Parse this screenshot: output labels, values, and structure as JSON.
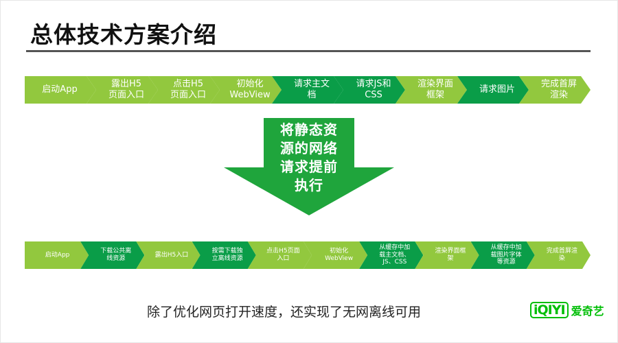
{
  "title": "总体技术方案介绍",
  "colors": {
    "light_green": "#92c83e",
    "dark_green": "#0a9d48",
    "arrow_green": "#1fa53c",
    "brand": "#00be06"
  },
  "flow_before": [
    {
      "label": "启动App",
      "tone": "light"
    },
    {
      "label": "露出H5\n页面入口",
      "tone": "light"
    },
    {
      "label": "点击H5\n页面入口",
      "tone": "light"
    },
    {
      "label": "初始化\nWebView",
      "tone": "light"
    },
    {
      "label": "请求主文\n档",
      "tone": "dark"
    },
    {
      "label": "请求JS和\nCSS",
      "tone": "dark"
    },
    {
      "label": "渲染界面\n框架",
      "tone": "light"
    },
    {
      "label": "请求图片",
      "tone": "dark"
    },
    {
      "label": "完成首屏\n渲染",
      "tone": "light"
    }
  ],
  "center_arrow": {
    "label": "将静态资\n源的网络\n请求提前\n执行"
  },
  "flow_after": [
    {
      "label": "启动App",
      "tone": "light"
    },
    {
      "label": "下载公共离\n线资源",
      "tone": "dark"
    },
    {
      "label": "露出H5入口",
      "tone": "light"
    },
    {
      "label": "按需下载独\n立离线资源",
      "tone": "dark"
    },
    {
      "label": "点击H5页面\n入口",
      "tone": "light"
    },
    {
      "label": "初始化\nWebView",
      "tone": "light"
    },
    {
      "label": "从缓存中加\n载主文档、\nJS、CSS",
      "tone": "dark"
    },
    {
      "label": "渲染界面框\n架",
      "tone": "light"
    },
    {
      "label": "从缓存中加\n载图片字体\n等资源",
      "tone": "dark"
    },
    {
      "label": "完成首屏渲\n染",
      "tone": "light"
    }
  ],
  "footer": "除了优化网页打开速度，还实现了无网离线可用",
  "logo": {
    "mark": "iQIYI",
    "text": "爱奇艺"
  }
}
